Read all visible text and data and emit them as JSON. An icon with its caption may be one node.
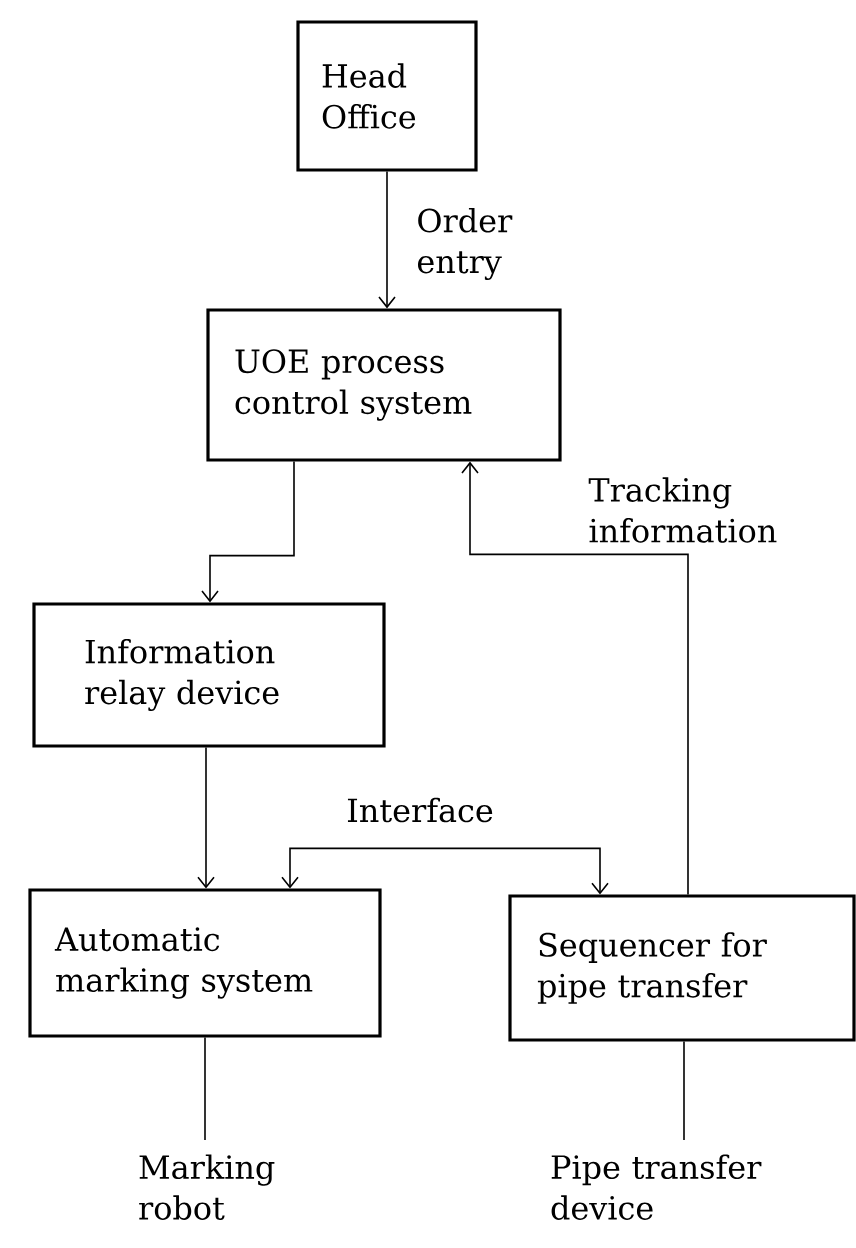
{
  "diagram": {
    "nodes": [
      {
        "text": [
          "Head Office"
        ]
      },
      {
        "text": [
          "UOE process control system"
        ]
      },
      {
        "text": [
          "Information relay device"
        ]
      },
      {
        "text": [
          "Automatic marking system"
        ]
      },
      {
        "text": [
          "Sequencer for pipe transfer"
        ]
      },
      {
        "text": [
          "Marking robot"
        ]
      },
      {
        "text": [
          "Pipe transfer device"
        ]
      }
    ],
    "edges": [
      {
        "from": 0,
        "to": 1,
        "arrow": "to",
        "label": "Order entry"
      },
      {
        "from": 1,
        "to": 2,
        "arrow": "to"
      },
      {
        "from": 4,
        "to": 1,
        "arrow": "to",
        "label": "Tracking information"
      },
      {
        "from": 2,
        "to": 3,
        "arrow": "to"
      },
      {
        "from": 3,
        "to": 4,
        "arrow": "both",
        "label": "Interface"
      },
      {
        "from": 3,
        "to": 5,
        "arrow": "none"
      },
      {
        "from": 4,
        "to": 6,
        "arrow": "none"
      }
    ]
  }
}
